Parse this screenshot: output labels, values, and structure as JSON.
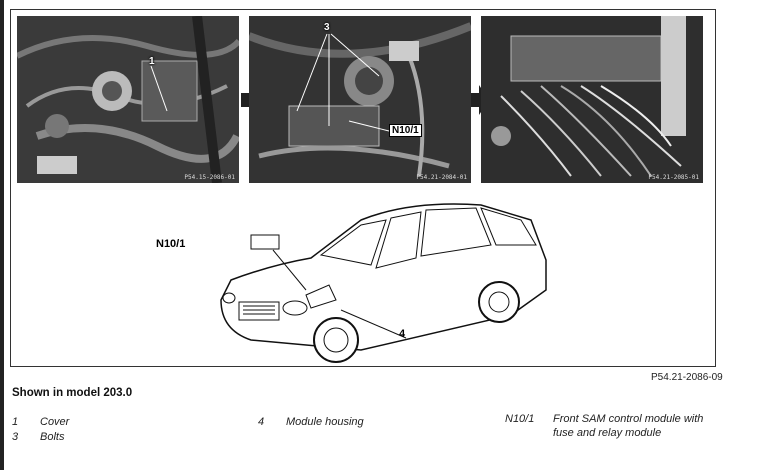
{
  "figure": {
    "photo1_callout": "1",
    "photo2_callout_bolts": "3",
    "photo2_callout_module": "N10/1",
    "car_callout_module": "N10/1",
    "car_callout_housing": "4",
    "photo_refs": [
      "P54.15-2086-01",
      "P54.21-2084-01",
      "P54.21-2085-01"
    ],
    "figure_ref": "P54.21-2086-09"
  },
  "caption": "Shown in model 203.0",
  "legend": [
    {
      "num": "1",
      "text": "Cover"
    },
    {
      "num": "3",
      "text": "Bolts"
    },
    {
      "num": "4",
      "text": "Module housing"
    },
    {
      "num": "N10/1",
      "text": "Front SAM control module with",
      "text2": "fuse and relay module"
    }
  ]
}
